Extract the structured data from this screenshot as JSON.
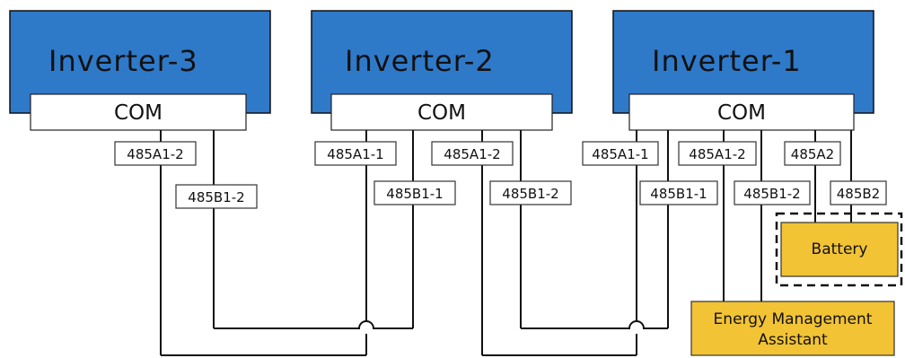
{
  "inverters": {
    "inv3": {
      "title": "Inverter-3",
      "port": "COM"
    },
    "inv2": {
      "title": "Inverter-2",
      "port": "COM"
    },
    "inv1": {
      "title": "Inverter-1",
      "port": "COM"
    }
  },
  "terminals": {
    "inv3_a": "485A1-2",
    "inv3_b": "485B1-2",
    "inv2_a1": "485A1-1",
    "inv2_b1": "485B1-1",
    "inv2_a2": "485A1-2",
    "inv2_b2": "485B1-2",
    "inv1_a1": "485A1-1",
    "inv1_b1": "485B1-1",
    "inv1_a2": "485A1-2",
    "inv1_b2": "485B1-2",
    "inv1_bat_a": "485A2",
    "inv1_bat_b": "485B2"
  },
  "devices": {
    "battery": "Battery",
    "ema_line1": "Energy Management",
    "ema_line2": "Assistant"
  },
  "colors": {
    "inverter": "#2f79c9",
    "device": "#f2c335"
  }
}
